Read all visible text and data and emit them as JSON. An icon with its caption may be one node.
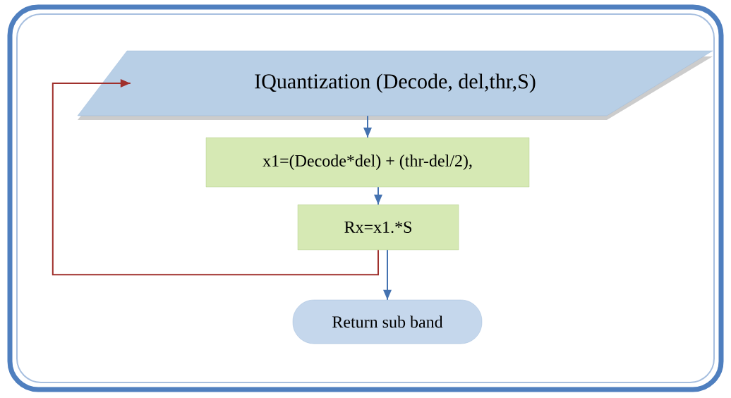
{
  "diagram": {
    "nodes": [
      {
        "text": [
          "IQuantization (Decode, del,thr,S)"
        ]
      },
      {
        "text": [
          "x1=(Decode*del) + (thr-del/2),"
        ]
      },
      {
        "text": [
          "Rx=x1.*S"
        ]
      },
      {
        "text": [
          "Return sub band"
        ]
      }
    ],
    "edges": [
      {
        "from": 0,
        "to": 1,
        "arrow": "to"
      },
      {
        "from": 1,
        "to": 2,
        "arrow": "to"
      },
      {
        "from": 2,
        "to": 3,
        "arrow": "to"
      },
      {
        "from": 2,
        "to": 0,
        "arrow": "to",
        "color": "#a0302c"
      }
    ]
  }
}
